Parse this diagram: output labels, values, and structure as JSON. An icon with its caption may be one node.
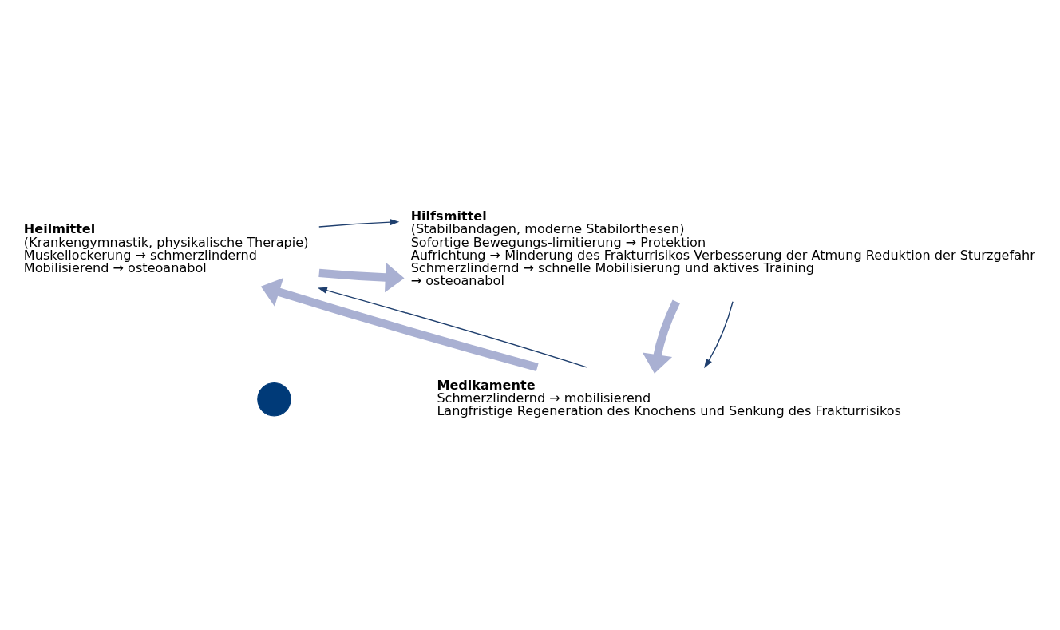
{
  "diagram": {
    "nodes": [
      {
        "text": [
          "Heilmittel",
          "(Krankengymnastik, physikalische Therapie)",
          "Muskellockerung → schmerzlindernd",
          "Mobilisierend → osteoanabol"
        ]
      },
      {
        "text": [
          "Hilfsmittel",
          "(Stabilbandagen, moderne Stabilorthesen)",
          "Sofortige Bewegungs-limitierung → Protektion",
          "Aufrichtung → Minderung des Frakturrisikos Verbesserung der Atmung Reduktion der Sturzgefahr",
          "Schmerzlindernd → schnelle Mobilisierung und aktives Training",
          "→ osteoanabol"
        ]
      },
      {
        "text": [
          "Medikamente",
          "Schmerzlindernd → mobilisierend",
          "Langfristige Regeneration des Knochens und Senkung des Frakturrisikos"
        ]
      },
      {
        "text": [],
        "shape": "circle"
      }
    ],
    "edges": [
      {
        "from": 0,
        "to": 1,
        "arrow": "to",
        "style": "thick",
        "color": "#a9b0d2"
      },
      {
        "from": 1,
        "to": 2,
        "arrow": "to",
        "style": "thick",
        "color": "#a9b0d2"
      },
      {
        "from": 2,
        "to": 0,
        "arrow": "to",
        "style": "thick",
        "color": "#a9b0d2"
      },
      {
        "from": 0,
        "to": 1,
        "arrow": "to",
        "color": "#1f3f6e"
      },
      {
        "from": 1,
        "to": 2,
        "arrow": "to",
        "color": "#1f3f6e"
      },
      {
        "from": 2,
        "to": 0,
        "arrow": "to",
        "color": "#1f3f6e"
      }
    ]
  }
}
